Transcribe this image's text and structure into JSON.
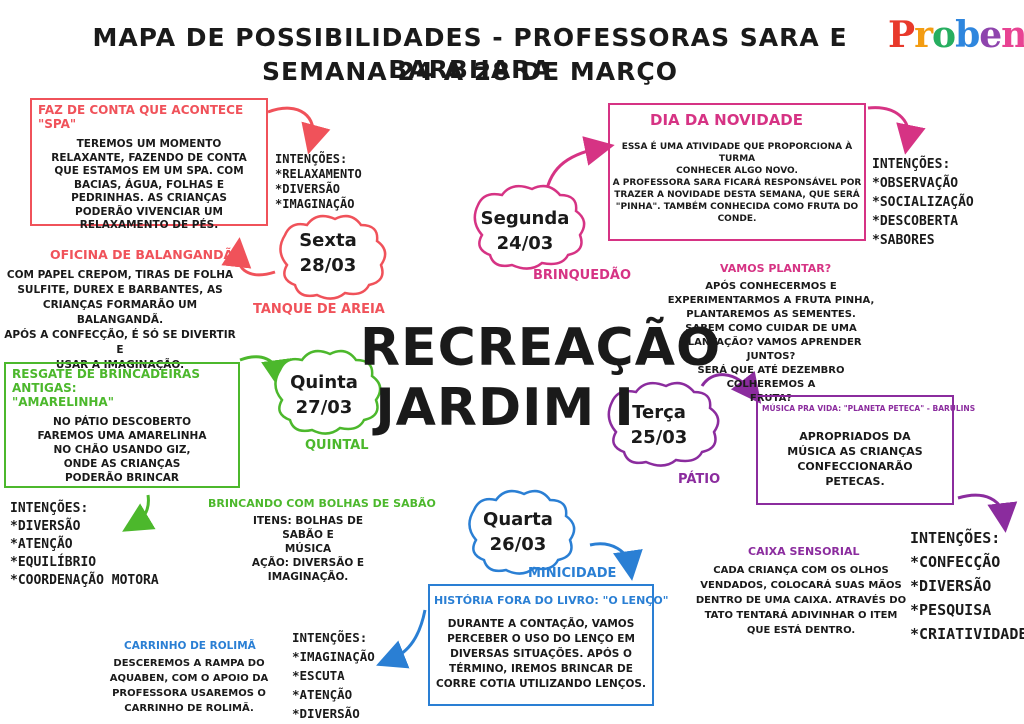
{
  "header": {
    "line1": "MAPA DE POSSIBILIDADES - PROFESSORAS SARA E BARBHARA",
    "line2": "SEMANA 24 A 28 DE MARÇO",
    "logo": [
      "P",
      "r",
      "o",
      "b",
      "e",
      "n"
    ]
  },
  "center": {
    "line1": "RECREAÇÃO",
    "line2": "JARDIM I"
  },
  "days": {
    "sexta": {
      "day": "Sexta",
      "date": "28/03",
      "place": "TANQUE DE AREIA"
    },
    "segunda": {
      "day": "Segunda",
      "date": "24/03",
      "place": "BRINQUEDÃO"
    },
    "quinta": {
      "day": "Quinta",
      "date": "27/03",
      "place": "QUINTAL"
    },
    "terca": {
      "day": "Terça",
      "date": "25/03",
      "place": "PÁTIO"
    },
    "quarta": {
      "day": "Quarta",
      "date": "26/03",
      "place": "MINICIDADE"
    }
  },
  "spa": {
    "title": "FAZ DE CONTA QUE ACONTECE \"SPA\"",
    "lines": [
      "TEREMOS UM MOMENTO",
      "RELAXANTE, FAZENDO DE CONTA",
      "QUE ESTAMOS EM UM SPA. COM",
      "BACIAS, ÁGUA, FOLHAS E",
      "PEDRINHAS. AS CRIANÇAS",
      "PODERÃO VIVENCIAR UM",
      "RELAXAMENTO DE PÉS."
    ],
    "intentions": [
      "INTENÇÕES:",
      "*RELAXAMENTO",
      "*DIVERSÃO",
      "*IMAGINAÇÃO"
    ]
  },
  "balanganda": {
    "title": "OFICINA DE BALANGANDÃ",
    "lines": [
      "COM PAPEL CREPOM, TIRAS DE FOLHA",
      "SULFITE, DUREX E BARBANTES, AS",
      "CRIANÇAS FORMARÃO UM",
      "BALANGANDÃ.",
      "APÓS A CONFECÇÃO, É SÓ SE DIVERTIR E",
      "USAR A IMAGINAÇÃO."
    ]
  },
  "amarelinha": {
    "title1": "RESGATE DE BRINCADEIRAS ANTIGAS:",
    "title2": "\"AMARELINHA\"",
    "lines": [
      "NO PÁTIO DESCOBERTO",
      "FAREMOS UMA AMARELINHA",
      "NO CHÃO USANDO GIZ,",
      "ONDE AS CRIANÇAS",
      "PODERÃO BRINCAR"
    ],
    "intentions": [
      "INTENÇÕES:",
      "*DIVERSÃO",
      "*ATENÇÃO",
      "*EQUILÍBRIO",
      "*COORDENAÇÃO MOTORA"
    ]
  },
  "bolhas": {
    "title": "BRINCANDO COM BOLHAS DE SABÃO",
    "lines": [
      "ITENS: BOLHAS DE SABÃO E",
      "MÚSICA",
      "AÇÃO: DIVERSÃO E",
      "IMAGINAÇÃO."
    ]
  },
  "novidade": {
    "title": "DIA DA NOVIDADE",
    "lines": [
      "ESSA É UMA ATIVIDADE QUE PROPORCIONA À TURMA",
      "CONHECER ALGO NOVO.",
      "A PROFESSORA SARA FICARÁ RESPONSÁVEL POR",
      "TRAZER A NOVIDADE DESTA SEMANA, QUE SERÁ",
      "\"PINHA\". TAMBÉM CONHECIDA  COMO FRUTA DO",
      "CONDE."
    ],
    "intentions": [
      "INTENÇÕES:",
      "*OBSERVAÇÃO",
      "*SOCIALIZAÇÃO",
      "*DESCOBERTA",
      "*SABORES"
    ]
  },
  "plantar": {
    "title": "VAMOS PLANTAR?",
    "lines": [
      "APÓS CONHECERMOS E",
      "EXPERIMENTARMOS  A FRUTA PINHA,",
      "PLANTAREMOS AS SEMENTES.",
      "SABEM COMO CUIDAR DE UMA",
      "PLANTAÇÃO? VAMOS APRENDER JUNTOS?",
      "SERÁ QUE ATÉ DEZEMBRO COLHEREMOS A",
      "FRUTA?"
    ]
  },
  "musica": {
    "title": "MÚSICA PRA VIDA: \"PLANETA PETECA\" - BARULINS",
    "lines": [
      "APROPRIADOS DA",
      "MÚSICA AS CRIANÇAS",
      "CONFECCIONARÃO",
      "PETECAS."
    ],
    "intentions": [
      "INTENÇÕES:",
      "*CONFECÇÃO",
      "*DIVERSÃO",
      "*PESQUISA",
      "*CRIATIVIDADE"
    ]
  },
  "sensorial": {
    "title": "CAIXA SENSORIAL",
    "lines": [
      "CADA CRIANÇA COM OS OLHOS",
      "VENDADOS, COLOCARÁ SUAS MÃOS",
      "DENTRO DE UMA CAIXA. ATRAVÉS DO",
      "TATO TENTARÁ ADIVINHAR O ITEM",
      "QUE ESTÁ DENTRO."
    ]
  },
  "lenco": {
    "title": "HISTÓRIA FORA DO LIVRO: \"O LENÇO\"",
    "lines": [
      "DURANTE A CONTAÇÃO, VAMOS",
      "PERCEBER O USO DO LENÇO EM",
      "DIVERSAS SITUAÇÕES. APÓS O",
      "TÉRMINO, IREMOS BRINCAR DE",
      "CORRE COTIA UTILIZANDO LENÇOS."
    ],
    "intentions": [
      "INTENÇÕES:",
      "*IMAGINAÇÃO",
      "*ESCUTA",
      "*ATENÇÃO",
      "*DIVERSÃO"
    ]
  },
  "rolima": {
    "title": "CARRINHO DE ROLIMÃ",
    "lines": [
      "DESCEREMOS A RAMPA DO",
      "AQUABEN, COM O APOIO DA",
      "PROFESSORA USAREMOS O",
      "CARRINHO DE ROLIMÃ."
    ]
  },
  "colors": {
    "red": "#f0525a",
    "pink": "#d63384",
    "green": "#4cb82c",
    "purple": "#8b2c9e",
    "blue": "#2a7fd4"
  }
}
